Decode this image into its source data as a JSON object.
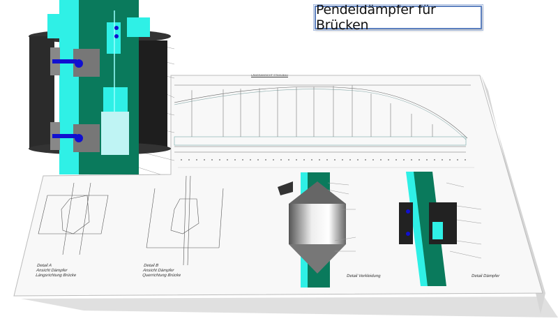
{
  "title": "Pendeldämpfer für Brücken",
  "drawing": {
    "elevation_title": "LÄNGSANSICHT STAHLBAU",
    "detail_a": {
      "line1": "Detail A",
      "line2": "Ansicht Dämpfer",
      "line3": "Längsrichtung Brücke"
    },
    "detail_b": {
      "line1": "Detail B",
      "line2": "Ansicht Dämpfer",
      "line3": "Querrichtung Brücke"
    },
    "detail_cladding": "Detail Verkleidung",
    "detail_damper": "Detail Dämpfer"
  },
  "colors": {
    "cyan": "#2ff0e6",
    "green": "#0a7a5c",
    "bolt": "#1010d0",
    "steel": "#333333",
    "frame": "#5b7fbf"
  }
}
